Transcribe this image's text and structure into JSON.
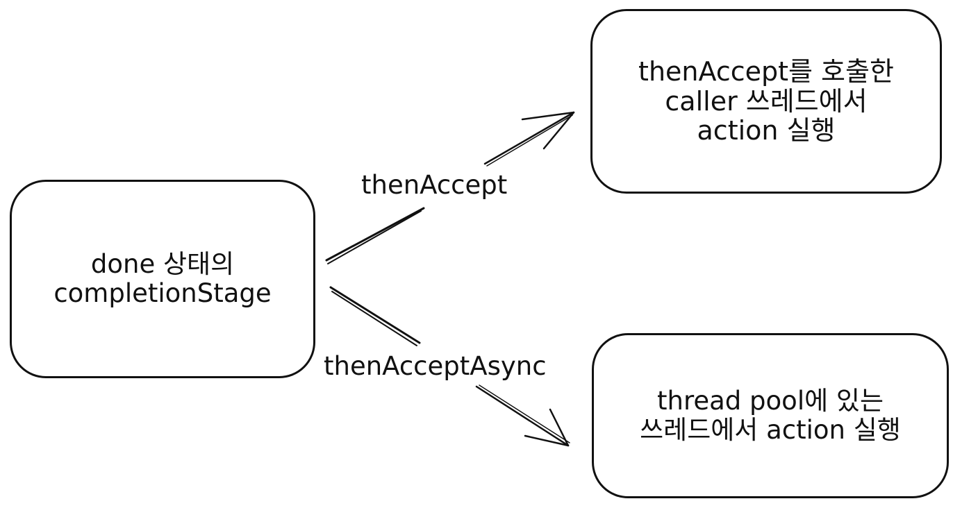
{
  "diagram": {
    "source_node": {
      "lines": [
        "done 상태의",
        "completionStage"
      ]
    },
    "sync_node": {
      "lines": [
        "thenAccept를 호출한",
        "caller 쓰레드에서",
        "action 실행"
      ]
    },
    "async_node": {
      "lines": [
        "thread pool에 있는",
        "쓰레드에서 action 실행"
      ]
    },
    "edges": {
      "then_accept_label": "thenAccept",
      "then_accept_async_label": "thenAcceptAsync"
    }
  },
  "colors": {
    "stroke": "#111111",
    "background": "#ffffff"
  }
}
